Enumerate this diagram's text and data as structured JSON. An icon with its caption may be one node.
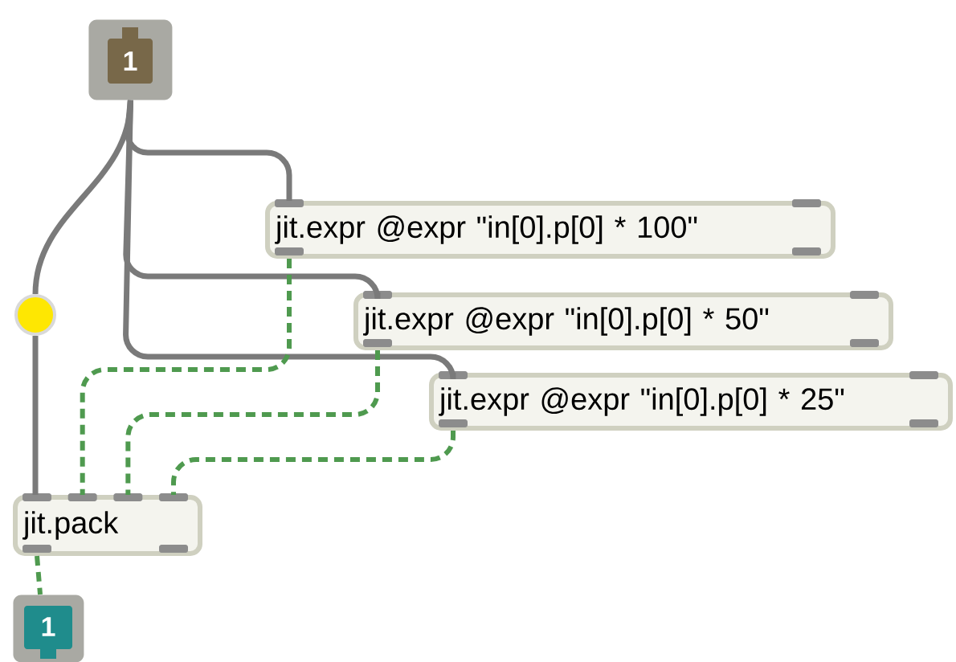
{
  "diagram": {
    "nodes": [
      {
        "text": [
          "1"
        ]
      },
      {
        "text": [],
        "shape": "circle"
      },
      {
        "text": [
          "jit.expr @expr \"in[0].p[0] * 100\""
        ]
      },
      {
        "text": [
          "jit.expr @expr \"in[0].p[0] * 50\""
        ]
      },
      {
        "text": [
          "jit.expr @expr \"in[0].p[0] * 25\""
        ]
      },
      {
        "text": [
          "jit.pack"
        ]
      },
      {
        "text": [
          "1"
        ]
      }
    ],
    "edges": [
      {
        "from": 0,
        "to": 1,
        "arrow": "none"
      },
      {
        "from": 0,
        "to": 2,
        "arrow": "none"
      },
      {
        "from": 0,
        "to": 3,
        "arrow": "none"
      },
      {
        "from": 0,
        "to": 4,
        "arrow": "none"
      },
      {
        "from": 1,
        "to": 5,
        "arrow": "none"
      },
      {
        "from": 2,
        "to": 5,
        "arrow": "none",
        "style": "dashed",
        "color": "#4f9a4f"
      },
      {
        "from": 3,
        "to": 5,
        "arrow": "none",
        "style": "dashed",
        "color": "#4f9a4f"
      },
      {
        "from": 4,
        "to": 5,
        "arrow": "none",
        "style": "dashed",
        "color": "#4f9a4f"
      },
      {
        "from": 5,
        "to": 6,
        "arrow": "none",
        "style": "dashed",
        "color": "#4f9a4f"
      }
    ]
  }
}
